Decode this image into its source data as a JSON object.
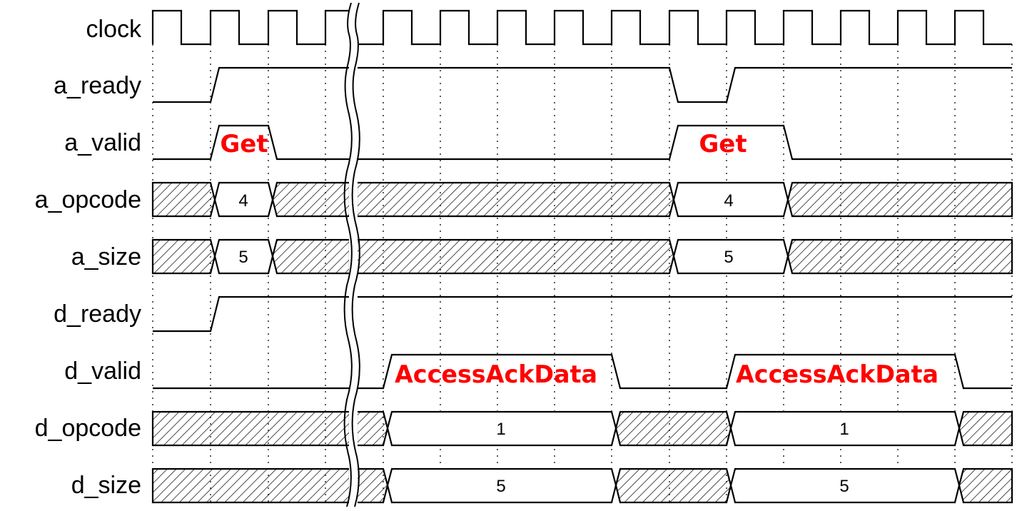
{
  "diagram": {
    "type": "timing-diagram",
    "signals": [
      {
        "id": "clock",
        "label": "clock"
      },
      {
        "id": "a_ready",
        "label": "a_ready"
      },
      {
        "id": "a_valid",
        "label": "a_valid"
      },
      {
        "id": "a_opcode",
        "label": "a_opcode"
      },
      {
        "id": "a_size",
        "label": "a_size"
      },
      {
        "id": "d_ready",
        "label": "d_ready"
      },
      {
        "id": "d_valid",
        "label": "d_valid"
      },
      {
        "id": "d_opcode",
        "label": "d_opcode"
      },
      {
        "id": "d_size",
        "label": "d_size"
      }
    ],
    "annotations": {
      "a_valid_first": "Get",
      "a_valid_second": "Get",
      "d_valid_first": "AccessAckData",
      "d_valid_second": "AccessAckData"
    },
    "bus_values": {
      "a_opcode_first": "4",
      "a_opcode_second": "4",
      "a_size_first": "5",
      "a_size_second": "5",
      "d_opcode_first": "1",
      "d_opcode_second": "1",
      "d_size_first": "5",
      "d_size_second": "5"
    },
    "colors": {
      "trace": "#000000",
      "annotation": "#ff0000",
      "grid": "#333333",
      "background": "#ffffff"
    }
  }
}
